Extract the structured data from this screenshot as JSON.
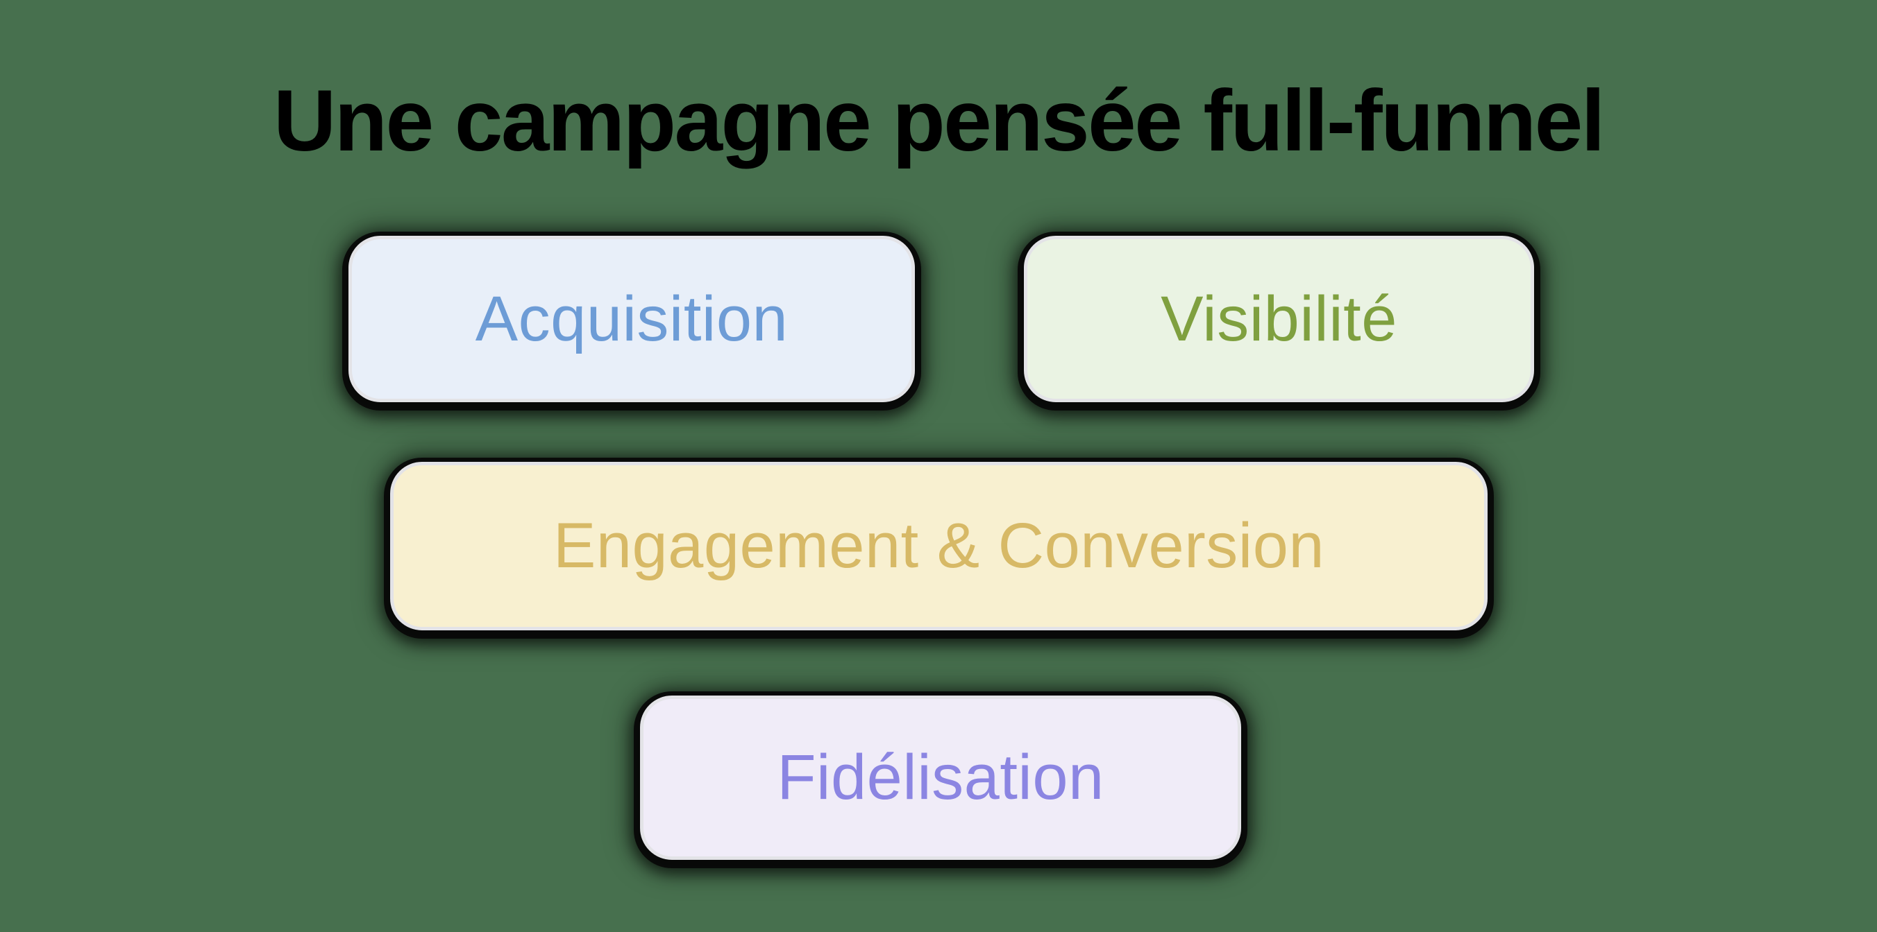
{
  "title": "Une campagne pensée full-funnel",
  "colors": {
    "background": "#47704e",
    "title": "#000000",
    "box_border": "#e3e3e7"
  },
  "funnel": {
    "stages": [
      {
        "id": "acquisition",
        "label": "Acquisition",
        "bg": "#e8eff9",
        "text": "#6d9cd6"
      },
      {
        "id": "visibilite",
        "label": "Visibilité",
        "bg": "#eaf3e3",
        "text": "#7fa03f"
      },
      {
        "id": "engagement",
        "label": "Engagement & Conversion",
        "bg": "#f8f0d0",
        "text": "#d7b966"
      },
      {
        "id": "fidelisation",
        "label": "Fidélisation",
        "bg": "#f0ecf8",
        "text": "#8b85e2"
      }
    ]
  }
}
